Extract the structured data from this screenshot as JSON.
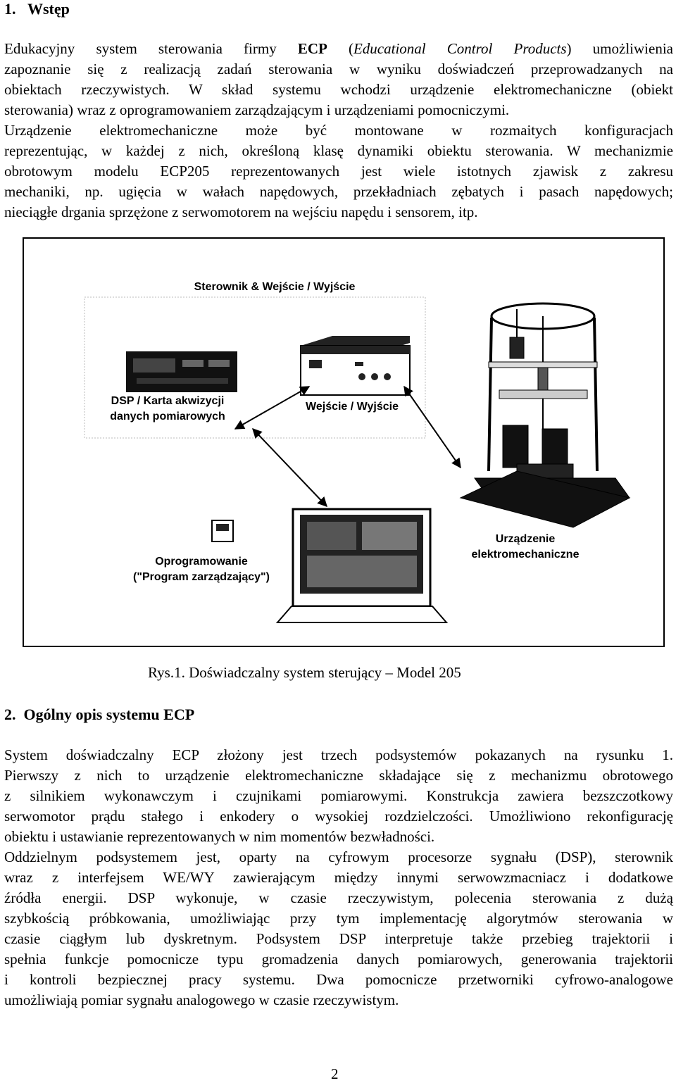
{
  "section1": {
    "number": "1.",
    "title": "Wstęp",
    "lines": [
      [
        "Edukacyjny system sterowania firmy ",
        {
          "b": "ECP"
        },
        " (",
        {
          "i": "Educational Control Products"
        },
        ") umożliwienia"
      ],
      [
        "zapoznanie się z realizacją zadań sterowania w wyniku doświadczeń przeprowadzanych na"
      ],
      [
        "obiektach rzeczywistych. W skład systemu wchodzi urządzenie elektromechaniczne (obiekt"
      ],
      [
        "sterowania) wraz z oprogramowaniem zarządzającym i urządzeniami pomocniczymi."
      ],
      [
        "Urządzenie elektromechaniczne może być montowane w rozmaitych konfiguracjach"
      ],
      [
        "reprezentując, w każdej z nich, określoną klasę dynamiki obiektu sterowania. W mechanizmie"
      ],
      [
        "obrotowym modelu ECP205 reprezentowanych jest wiele istotnych zjawisk z zakresu"
      ],
      [
        "mechaniki, np. ugięcia w wałach napędowych, przekładniach zębatych i pasach napędowych;"
      ],
      [
        "nieciągłe drgania sprzężone z serwomotorem na wejściu napędu i sensorem, itp."
      ]
    ]
  },
  "figure": {
    "label_controller": "Sterownik  &  Wejście / Wyjście",
    "label_dsp_1": "DSP / Karta akwizycji",
    "label_dsp_2": "danych pomiarowych",
    "label_io": "Wejście / Wyjście",
    "label_device_1": "Urządzenie",
    "label_device_2": "elektromechaniczne",
    "label_software_1": "Oprogramowanie",
    "label_software_2": "(\"Program zarządzający\")",
    "caption": "Rys.1. Doświadczalny system sterujący – Model 205"
  },
  "section2": {
    "number": "2.",
    "title": "Ogólny opis systemu ECP",
    "para1": [
      "System doświadczalny ECP złożony jest trzech podsystemów pokazanych na rysunku 1.",
      "Pierwszy z nich to urządzenie elektromechaniczne składające się z mechanizmu obrotowego",
      "z silnikiem wykonawczym i czujnikami pomiarowymi. Konstrukcja zawiera bezszczotkowy",
      "serwomotor prądu stałego i enkodery o wysokiej rozdzielczości. Umożliwiono rekonfigurację",
      "obiektu i ustawianie reprezentowanych w nim momentów bezwładności."
    ],
    "para2": [
      "Oddzielnym podsystemem jest, oparty na cyfrowym procesorze sygnału (DSP), sterownik",
      "wraz z interfejsem WE/WY zawierającym między innymi serwowzmacniacz i dodatkowe",
      "źródła energii. DSP wykonuje, w czasie rzeczywistym, polecenia sterowania z dużą",
      "szybkością próbkowania, umożliwiając przy tym implementację algorytmów sterowania w",
      "czasie ciągłym lub dyskretnym. Podsystem DSP interpretuje także przebieg trajektorii i",
      "spełnia funkcje pomocnicze typu gromadzenia danych pomiarowych, generowania trajektorii",
      "i kontroli bezpiecznej pracy systemu. Dwa pomocnicze przetworniki cyfrowo-analogowe",
      "umożliwiają pomiar sygnału analogowego w czasie rzeczywistym."
    ]
  },
  "page_number": "2"
}
